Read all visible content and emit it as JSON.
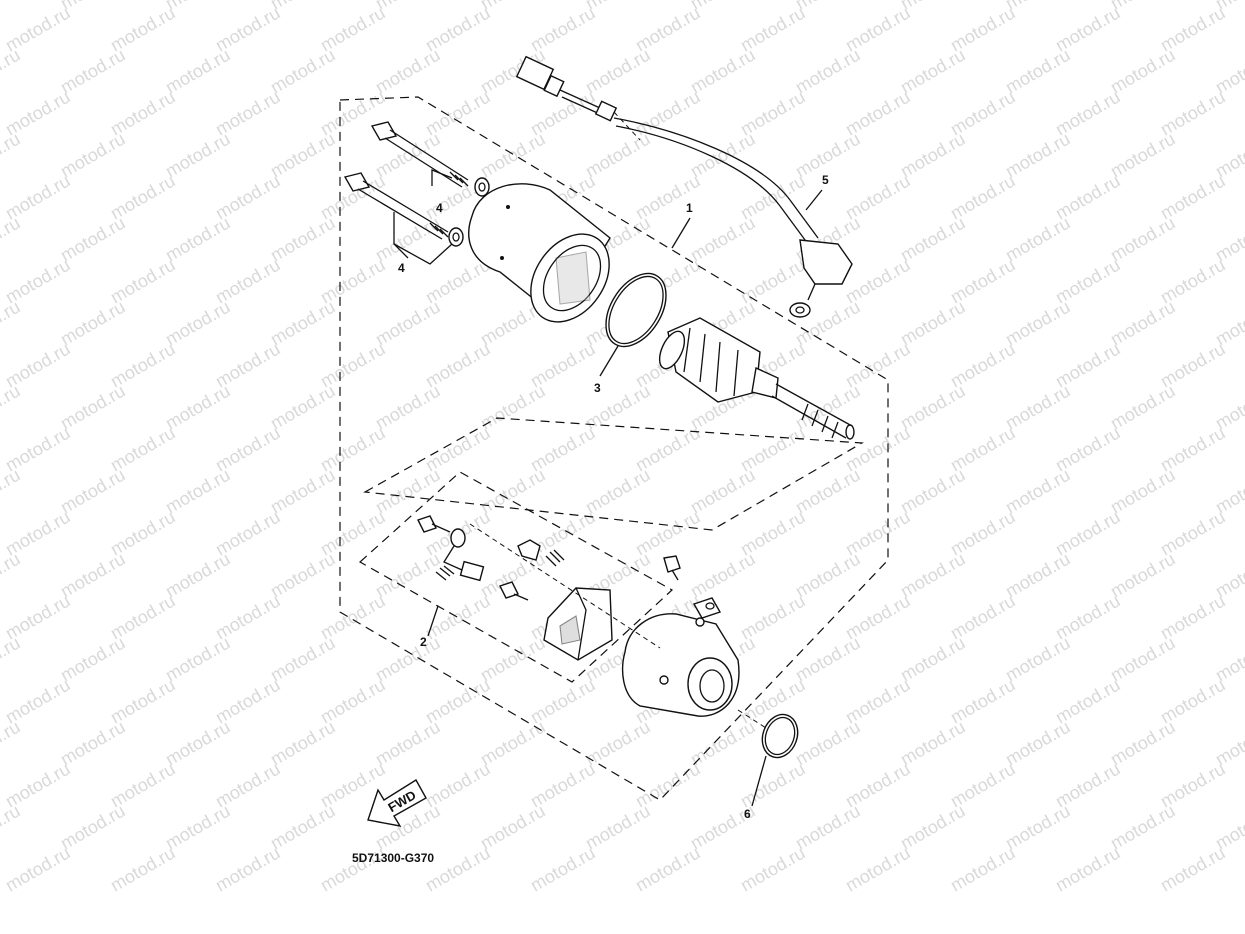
{
  "watermark": {
    "text": "motod.ru"
  },
  "diagram_code": "5D71300-G370",
  "direction_arrow": {
    "label": "FWD"
  },
  "callouts": [
    {
      "id": "1",
      "label": "1",
      "part": "starting-motor-assembly"
    },
    {
      "id": "2",
      "label": "2",
      "part": "brush-set"
    },
    {
      "id": "3",
      "label": "3",
      "part": "o-ring"
    },
    {
      "id": "4a",
      "label": "4",
      "part": "bolt-upper"
    },
    {
      "id": "4b",
      "label": "4",
      "part": "bolt-lower"
    },
    {
      "id": "5",
      "label": "5",
      "part": "starter-lead"
    },
    {
      "id": "6",
      "label": "6",
      "part": "o-ring-small"
    }
  ]
}
